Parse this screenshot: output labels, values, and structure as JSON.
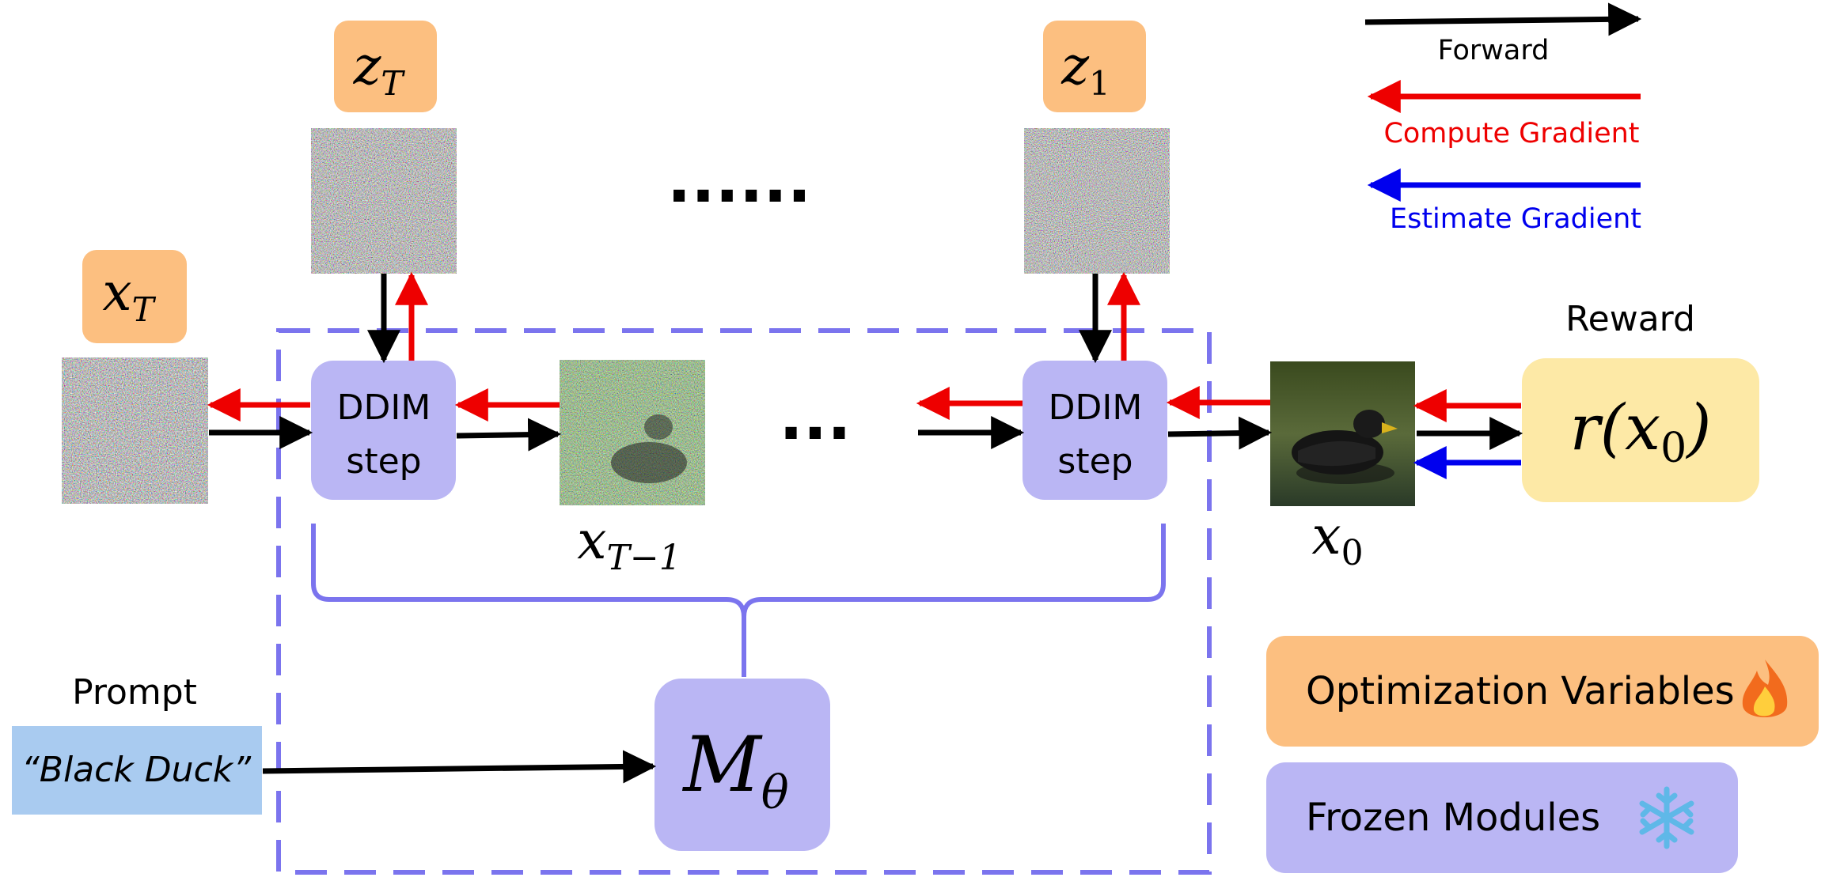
{
  "latents": {
    "x_T": {
      "var": "x",
      "sub": "T"
    },
    "z_T": {
      "var": "z",
      "sub": "T"
    },
    "z_1": {
      "var": "z",
      "sub": "1"
    },
    "x_T_minus_1": {
      "var": "x",
      "sub": "T−1"
    },
    "x_0": {
      "var": "x",
      "sub": "0"
    }
  },
  "steps": {
    "step1": {
      "line1": "DDIM",
      "line2": "step"
    },
    "step2": {
      "line1": "DDIM",
      "line2": "step"
    }
  },
  "ellipsis_top": "......",
  "ellipsis_mid": "...",
  "model": {
    "var": "M",
    "sub": "θ"
  },
  "prompt": {
    "title": "Prompt",
    "text": "“Black Duck”"
  },
  "reward": {
    "title": "Reward",
    "expr_pre": "r(",
    "var": "x",
    "sub": "0",
    "expr_post": ")"
  },
  "legend": {
    "forward": "Forward",
    "compute_gradient": "Compute Gradient",
    "estimate_gradient": "Estimate Gradient"
  },
  "key": {
    "optimization": "Optimization Variables",
    "frozen": "Frozen Modules"
  },
  "colors": {
    "forward": "#000000",
    "compute_gradient": "#ee0000",
    "estimate_gradient": "#0000ee",
    "optimization_fill": "#fcbf80",
    "frozen_fill": "#bab6f4",
    "reward_fill": "#fde9a6",
    "prompt_fill": "#a9cbf0",
    "dashed_border": "#7b74ee"
  },
  "icons": {
    "optimization": "fire-icon",
    "frozen": "snowflake-icon",
    "x0_image": "duck-photo"
  }
}
